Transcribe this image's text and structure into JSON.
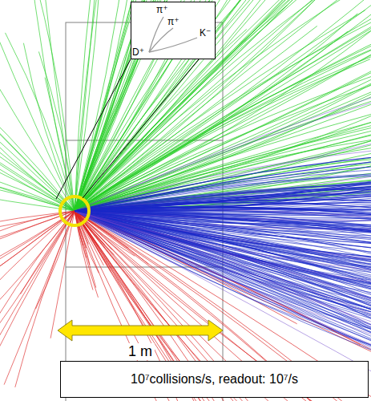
{
  "diagram": {
    "nodes": [
      {
        "text": [
          "π⁺",
          "π⁺",
          "K⁻",
          "D⁺"
        ]
      },
      {
        "text": [
          "10⁷collisions/s, readout: 10⁷/s"
        ]
      }
    ],
    "labels": [
      "1 m"
    ]
  }
}
